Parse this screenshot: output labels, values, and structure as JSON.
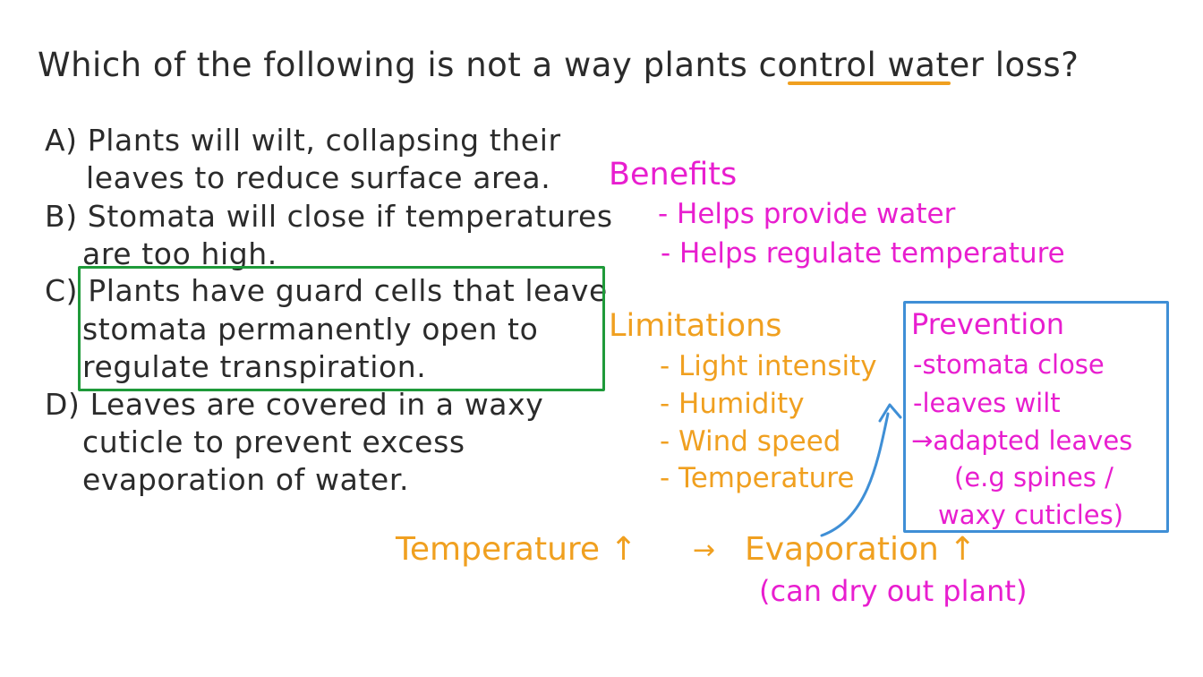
{
  "question": {
    "text_before": "Which of the following is not a way plants control ",
    "highlight": "water loss",
    "text_after": "?"
  },
  "options": [
    {
      "line1": "A) Plants will wilt, collapsing their",
      "line2": "leaves to reduce surface area."
    },
    {
      "line1": "B) Stomata will close if temperatures",
      "line2": "are too high."
    },
    {
      "line1": "C) Plants have guard cells that leave",
      "line2": "stomata permanently open to",
      "line3": "regulate transpiration."
    },
    {
      "line1": "D) Leaves are covered in a waxy",
      "line2": "cuticle to prevent excess",
      "line3": "evaporation of water."
    }
  ],
  "benefits": {
    "heading": "Benefits",
    "items": [
      "- Helps provide water",
      "- Helps regulate temperature"
    ]
  },
  "limitations": {
    "heading": "Limitations",
    "items": [
      "- Light intensity",
      "- Humidity",
      "- Wind speed",
      "- Temperature"
    ]
  },
  "prevention": {
    "heading": "Prevention",
    "items": [
      "-stomata close",
      "-leaves wilt",
      "→adapted leaves",
      "(e.g spines /",
      "waxy cuticles)"
    ]
  },
  "relation": {
    "left": "Temperature ↑",
    "arrow": "→",
    "right": "Evaporation ↑",
    "note": "(can dry out plant)"
  },
  "colors": {
    "ink": "#2b2b2b",
    "pink": "#e81ecf",
    "orange": "#f0a020",
    "green": "#1f9a3a",
    "blue": "#3f8fd6"
  }
}
